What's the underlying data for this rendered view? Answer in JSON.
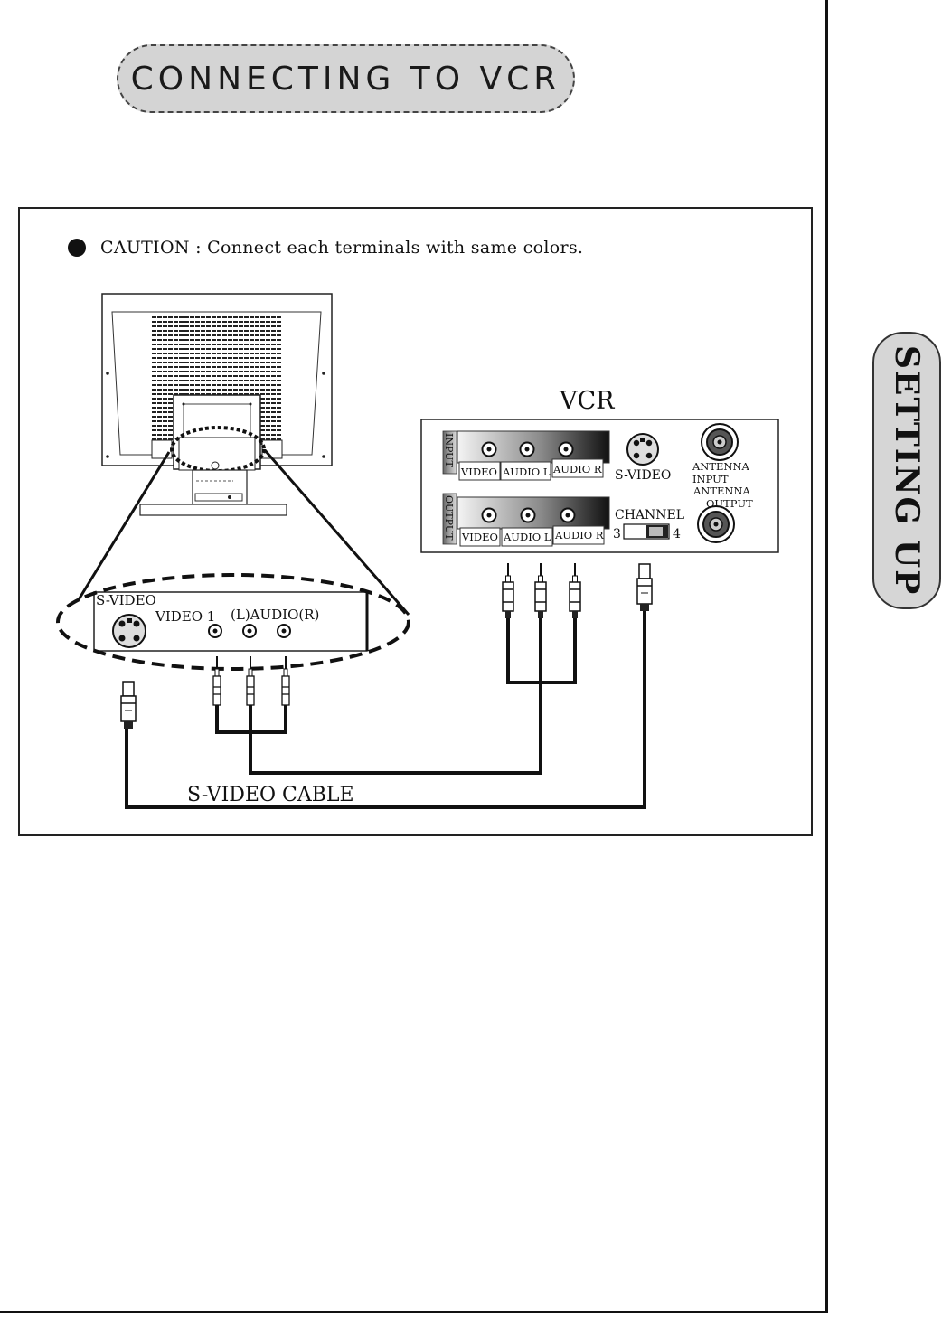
{
  "title": "CONNECTING TO VCR",
  "side_tab": "SETTING UP",
  "caution": "CAUTION : Connect each terminals with same colors.",
  "monitor_panel": {
    "svideo": "S-VIDEO",
    "video1": "VIDEO 1",
    "audio": "(L)AUDIO(R)"
  },
  "vcr": {
    "title": "VCR",
    "input_label": "INPUT",
    "output_label": "OUTPUT",
    "jack_video": "VIDEO",
    "jack_audio_l": "AUDIO L",
    "jack_audio_r": "AUDIO R",
    "svideo": "S-VIDEO",
    "antenna_input_1": "ANTENNA",
    "antenna_input_2": "INPUT",
    "antenna_output_1": "ANTENNA",
    "antenna_output_2": "OUTPUT",
    "channel": "CHANNEL",
    "ch3": "3",
    "ch4": "4"
  },
  "cable_label": "S-VIDEO CABLE"
}
